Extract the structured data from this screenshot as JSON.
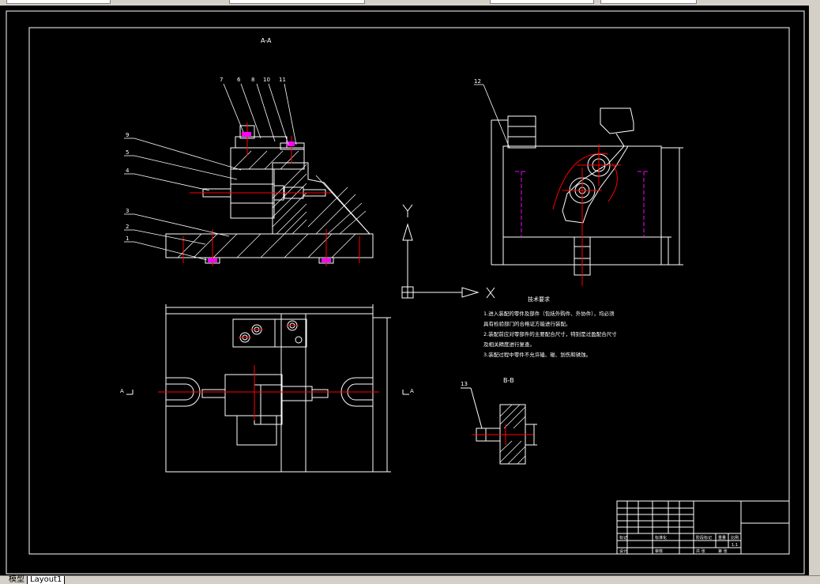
{
  "tabs": [
    {
      "label": "模型"
    },
    {
      "label": "Layout1"
    }
  ],
  "ucs": {
    "y_label": "Y",
    "x_label": "X"
  },
  "views": {
    "section_aa": "A-A",
    "section_bb": "B-B"
  },
  "part_numbers": {
    "p1": "1",
    "p2": "2",
    "p3": "3",
    "p4": "4",
    "p5": "5",
    "p6": "6",
    "p7": "7",
    "p8": "8",
    "p9": "9",
    "p10": "10",
    "p11": "11",
    "p12": "12",
    "p13": "13"
  },
  "notes": {
    "title": "技术要求",
    "line1": "1.进入装配的零件及部件（包括外购件、外协件），均必须",
    "line2": "具有检验部门的合格证方能进行装配。",
    "line3": "2.装配前应对零部件的主要配合尺寸，特别是过盈配合尺寸",
    "line4": "及相关精度进行复查。",
    "line5": "3.装配过程中零件不允许磕、碰、划伤和锈蚀。"
  },
  "section_marks": {
    "left": "A",
    "right": "A"
  },
  "title_block": {
    "c1": "标记",
    "c2": "设计",
    "c3": "标准化",
    "c4": "审核",
    "c5": "阶段标记",
    "c6": "重量",
    "c7": "比例",
    "c8": "1:1",
    "c9": "共 张",
    "c10": "第 张"
  },
  "colors": {
    "background": "#000000",
    "line_white": "#ffffff",
    "center_red": "#ff0000",
    "hidden_magenta": "#ff00ff",
    "ui_chrome": "#d4d0c8"
  }
}
